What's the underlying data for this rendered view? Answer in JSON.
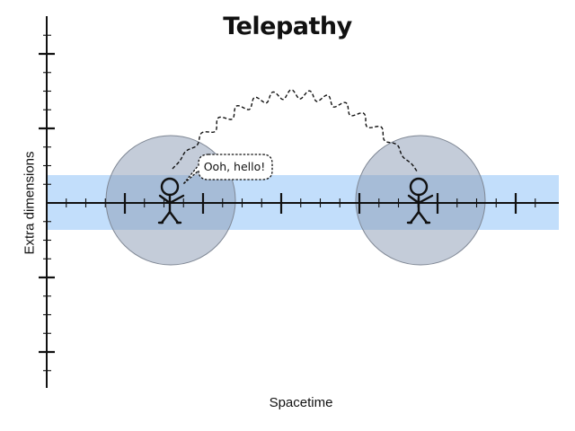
{
  "diagram": {
    "title": "Telepathy",
    "x_axis_label": "Spacetime",
    "y_axis_label": "Extra dimensions",
    "speech_bubble": "Ooh, hello!",
    "colors": {
      "band": "#c2defb",
      "bubble_fill": "#8aa0bb",
      "axis": "#111111",
      "text": "#111111"
    },
    "elements": [
      {
        "id": "brane-band",
        "description": "light blue horizontal band along the spacetime axis"
      },
      {
        "id": "left-person",
        "description": "stick figure inside left grey sphere, speaking"
      },
      {
        "id": "right-person",
        "description": "stick figure inside right grey sphere, receiving"
      },
      {
        "id": "telepathy-signal",
        "description": "dashed wavy line arching through extra dimensions between the two people"
      }
    ]
  }
}
